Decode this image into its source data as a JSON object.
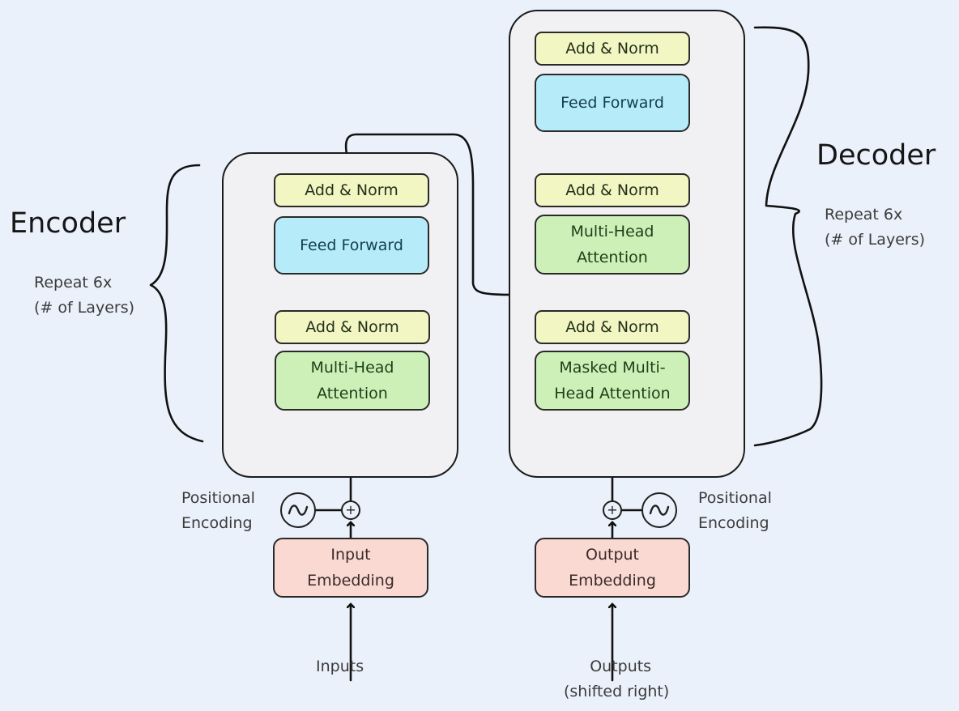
{
  "diagram": {
    "title": "Transformer Architecture",
    "encoder": {
      "heading": "Encoder",
      "repeat_label_line1": "Repeat 6x",
      "repeat_label_line2": "(# of Layers)",
      "blocks": {
        "add_norm_top": "Add & Norm",
        "feed_forward": "Feed Forward",
        "add_norm_bottom": "Add & Norm",
        "attention_line1": "Multi-Head",
        "attention_line2": "Attention"
      },
      "positional_encoding_line1": "Positional",
      "positional_encoding_line2": "Encoding",
      "embedding_line1": "Input",
      "embedding_line2": "Embedding",
      "input_label": "Inputs"
    },
    "decoder": {
      "heading": "Decoder",
      "repeat_label_line1": "Repeat 6x",
      "repeat_label_line2": "(# of Layers)",
      "blocks": {
        "add_norm_top": "Add & Norm",
        "feed_forward": "Feed Forward",
        "add_norm_middle": "Add & Norm",
        "cross_attention_line1": "Multi-Head",
        "cross_attention_line2": "Attention",
        "add_norm_bottom": "Add & Norm",
        "masked_attention_line1": "Masked Multi-",
        "masked_attention_line2": "Head Attention"
      },
      "positional_encoding_line1": "Positional",
      "positional_encoding_line2": "Encoding",
      "embedding_line1": "Output",
      "embedding_line2": "Embedding",
      "output_label_line1": "Outputs",
      "output_label_line2": "(shifted right)"
    },
    "symbols": {
      "plus": "+",
      "wave": "sine-wave"
    },
    "colors": {
      "background": "#eaf1fa",
      "stack": "#f1f1f3",
      "add_norm": "#f1f6c2",
      "feed_forward": "#b6ecfa",
      "attention": "#cdf0b8",
      "embedding": "#f9d9d1"
    }
  }
}
